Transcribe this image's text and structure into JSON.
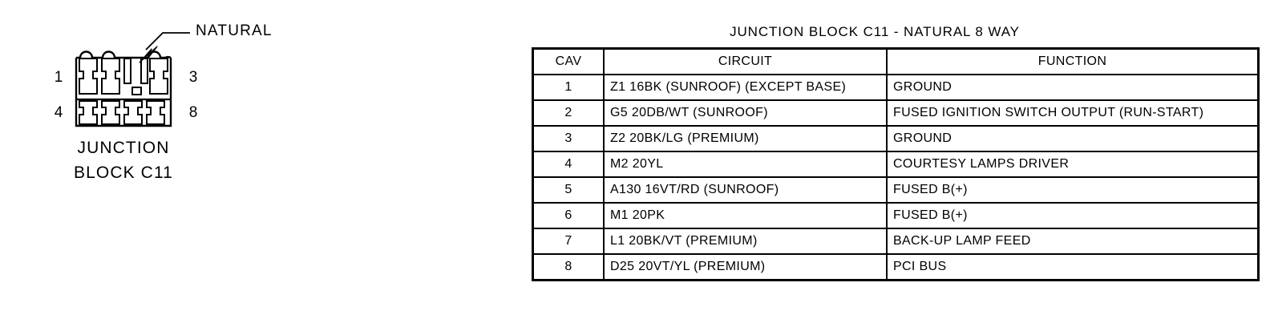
{
  "figure": {
    "callout": "NATURAL",
    "caption_line_1": "JUNCTION",
    "caption_line_2": "BLOCK C11",
    "pin_labels": {
      "top_left": "1",
      "top_right": "3",
      "bottom_left": "4",
      "bottom_right": "8"
    },
    "connector_type": "8 way connector face view, two rows of four cavities",
    "ink_color": "#000000"
  },
  "pinout": {
    "title": "JUNCTION BLOCK C11 - NATURAL 8 WAY",
    "columns": [
      "CAV",
      "CIRCUIT",
      "FUNCTION"
    ],
    "rows": [
      {
        "cav": "1",
        "circuit": "Z1 16BK (SUNROOF) (EXCEPT BASE)",
        "function": "GROUND"
      },
      {
        "cav": "2",
        "circuit": "G5 20DB/WT (SUNROOF)",
        "function": "FUSED IGNITION SWITCH OUTPUT (RUN-START)"
      },
      {
        "cav": "3",
        "circuit": "Z2 20BK/LG (PREMIUM)",
        "function": "GROUND"
      },
      {
        "cav": "4",
        "circuit": "M2 20YL",
        "function": "COURTESY LAMPS DRIVER"
      },
      {
        "cav": "5",
        "circuit": "A130 16VT/RD (SUNROOF)",
        "function": "FUSED B(+)"
      },
      {
        "cav": "6",
        "circuit": "M1 20PK",
        "function": "FUSED B(+)"
      },
      {
        "cav": "7",
        "circuit": "L1 20BK/VT (PREMIUM)",
        "function": "BACK-UP LAMP FEED"
      },
      {
        "cav": "8",
        "circuit": "D25 20VT/YL (PREMIUM)",
        "function": "PCI BUS"
      }
    ]
  }
}
